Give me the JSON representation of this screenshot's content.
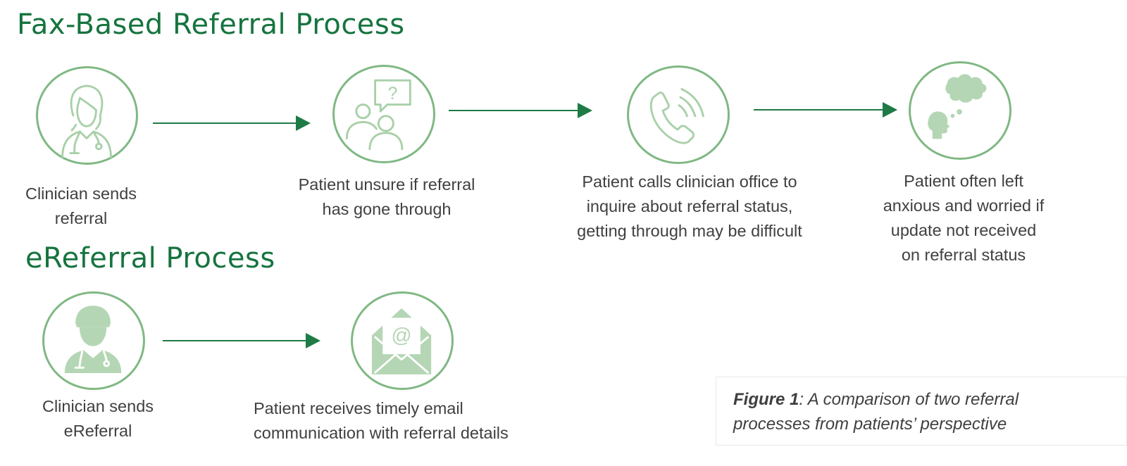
{
  "colors": {
    "title": "#16743f",
    "arrow": "#1e7b46",
    "icon_stroke": "#7fb883",
    "icon_fill": "#b4d6b4",
    "text": "#404040"
  },
  "fax": {
    "title": "Fax-Based Referral Process",
    "steps": [
      {
        "icon": "female-clinician-icon",
        "caption": "Clinician sends\nreferral"
      },
      {
        "icon": "confused-patients-question-icon",
        "caption": "Patient unsure if referral\nhas gone through"
      },
      {
        "icon": "phone-ringing-icon",
        "caption": "Patient calls clinician office to\ninquire about referral status,\ngetting through may be difficult"
      },
      {
        "icon": "worried-thought-bubble-icon",
        "caption": "Patient often left\nanxious and worried if\nupdate not received\non referral status"
      }
    ]
  },
  "ereferral": {
    "title": "eReferral Process",
    "steps": [
      {
        "icon": "male-clinician-icon",
        "caption": "Clinician sends\neReferral"
      },
      {
        "icon": "email-envelope-icon",
        "caption": "Patient receives timely email\ncommunication with referral details"
      }
    ]
  },
  "figure": {
    "label": "Figure 1",
    "text_line1": ": A comparison of two referral",
    "text_line2": "processes from patients’ perspective"
  }
}
